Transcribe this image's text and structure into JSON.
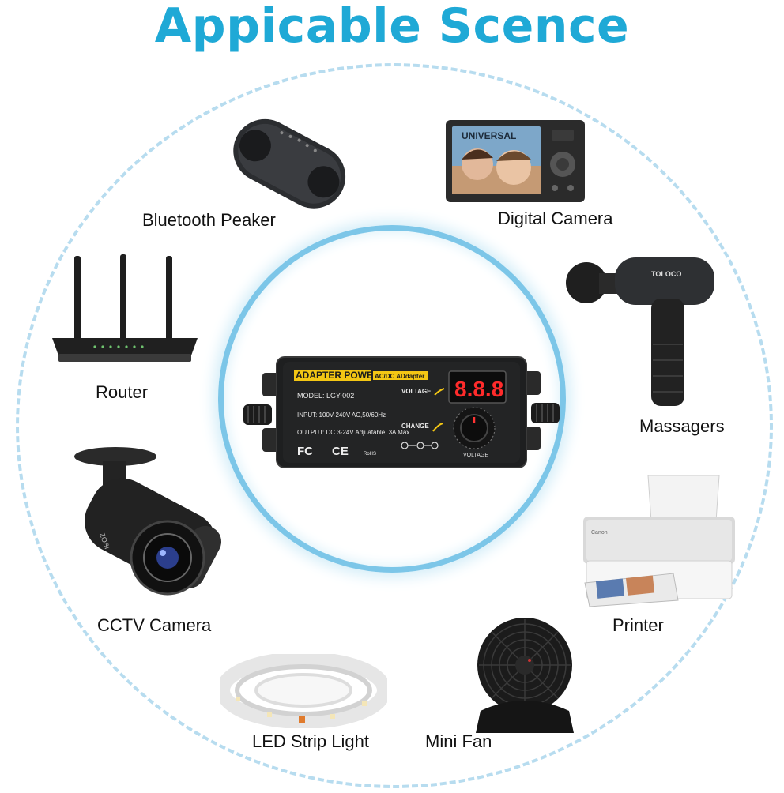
{
  "title": "Appicable Scence",
  "colors": {
    "title": "#1fa9d6",
    "outer_ring": "#b7dcef",
    "inner_ring": "#7cc6e8",
    "adapter_yellow": "#f3c614",
    "display_red": "#ff2b2b"
  },
  "center_product": {
    "brand_label": "ADAPTER POWER",
    "badge": "AC/DC ADdapter",
    "model": "MODEL: LGY-002",
    "input": "INPUT: 100V-240V AC,50/60Hz",
    "output": "OUTPUT: DC 3-24V Adjuatable, 3A Max",
    "voltage_label": "VOLTAGE",
    "change_label": "CHANGE",
    "display": "8.8.8",
    "knob_label": "VOLTAGE",
    "cert_fc": "FC",
    "cert_ce": "CE",
    "cert_rohs": "RoHS"
  },
  "devices": [
    {
      "id": "bluetooth-speaker",
      "label": "Bluetooth Peaker",
      "icon": "speaker-image"
    },
    {
      "id": "digital-camera",
      "label": "Digital Camera",
      "icon": "camera-image",
      "screen_text": "UNIVERSAL"
    },
    {
      "id": "router",
      "label": "Router",
      "icon": "router-image"
    },
    {
      "id": "massager",
      "label": "Massagers",
      "icon": "massage-gun-image",
      "brand_text": "TOLOCO"
    },
    {
      "id": "cctv-camera",
      "label": "CCTV Camera",
      "icon": "cctv-image",
      "brand_text": "ZOSI"
    },
    {
      "id": "printer",
      "label": "Printer",
      "icon": "printer-image",
      "brand_text": "Canon"
    },
    {
      "id": "led-strip",
      "label": "LED Strip Light",
      "icon": "led-strip-image"
    },
    {
      "id": "mini-fan",
      "label": "Mini Fan",
      "icon": "fan-image"
    }
  ]
}
